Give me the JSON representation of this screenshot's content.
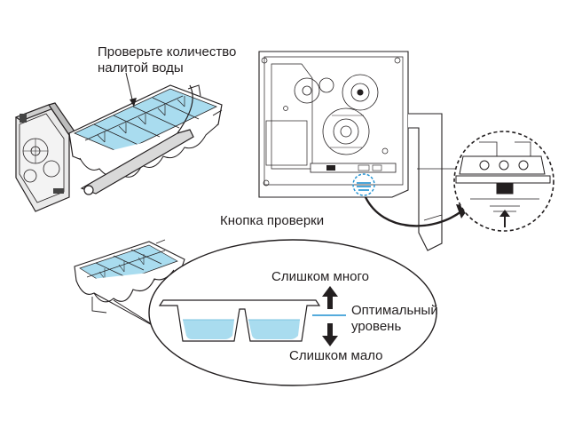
{
  "labels": {
    "check_water_line1": "Проверьте количество",
    "check_water_line2": "налитой воды",
    "test_button": "Кнопка проверки",
    "too_much": "Слишком много",
    "optimal_line1": "Оптимальный",
    "optimal_line2": "уровень",
    "too_little": "Слишком мало"
  },
  "colors": {
    "water": "#a9dcef",
    "water_dark": "#7cc4e2",
    "line": "#231f20",
    "accent_blue": "#1d8fd0",
    "housing": "#e8e8e8"
  }
}
